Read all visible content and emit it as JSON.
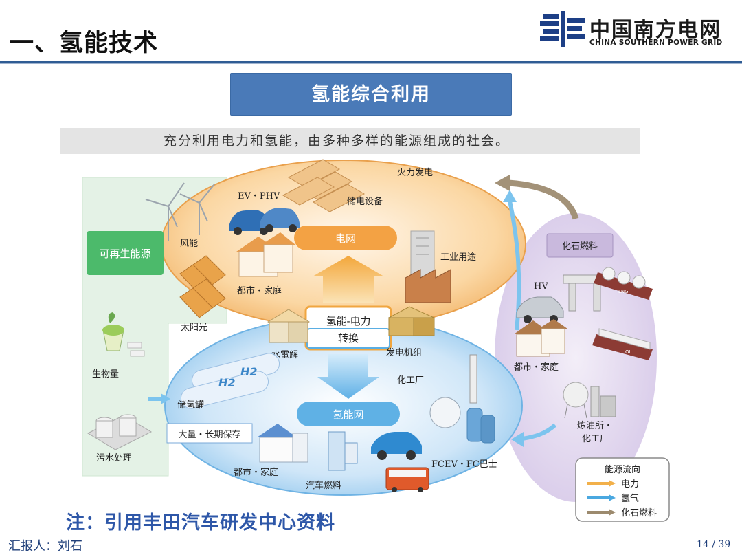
{
  "header": {
    "title": "一、氢能技术",
    "logo_cn": "中国南方电网",
    "logo_en": "CHINA SOUTHERN POWER GRID"
  },
  "banner": "氢能综合利用",
  "subtitle": "充分利用电力和氢能，由多种多样的能源组成的社会。",
  "diagram": {
    "renewables": {
      "title": "可再生能源",
      "wind": "风能",
      "solar": "太阳光",
      "biomass": "生物量",
      "sewage": "污水处理"
    },
    "grid": {
      "title": "电网",
      "thermal": "火力发电",
      "storage": "储电设备",
      "ev": "EV・PHV",
      "industry": "工业用途",
      "city": "都市・家庭"
    },
    "conversion": {
      "line1": "氢能-电力",
      "line2": "转换",
      "electrolysis": "水電解",
      "generator": "发电机组"
    },
    "h2net": {
      "title": "氢能网",
      "tank": "储氢罐",
      "bulk": "大量・长期保存",
      "chem": "化工厂",
      "city": "都市・家庭",
      "fuel": "汽车燃料",
      "fcev": "FCEV・FC巴士",
      "h2_mark": "H2"
    },
    "fossil": {
      "title": "化石燃料",
      "hv": "HV",
      "city": "都市・家庭",
      "refinery_1": "炼油所・",
      "refinery_2": "化工厂",
      "lng": "LNG",
      "oil": "OIL"
    },
    "legend": {
      "title": "能源流向",
      "items": [
        {
          "label": "电力",
          "color": "#f2b04a"
        },
        {
          "label": "氢气",
          "color": "#4aa8e0"
        },
        {
          "label": "化石燃料",
          "color": "#9c8a6e"
        }
      ]
    }
  },
  "footer": {
    "note": "注：引用丰田汽车研发中心资料",
    "reporter": "汇报人：刘石",
    "page": "14 / 39"
  }
}
